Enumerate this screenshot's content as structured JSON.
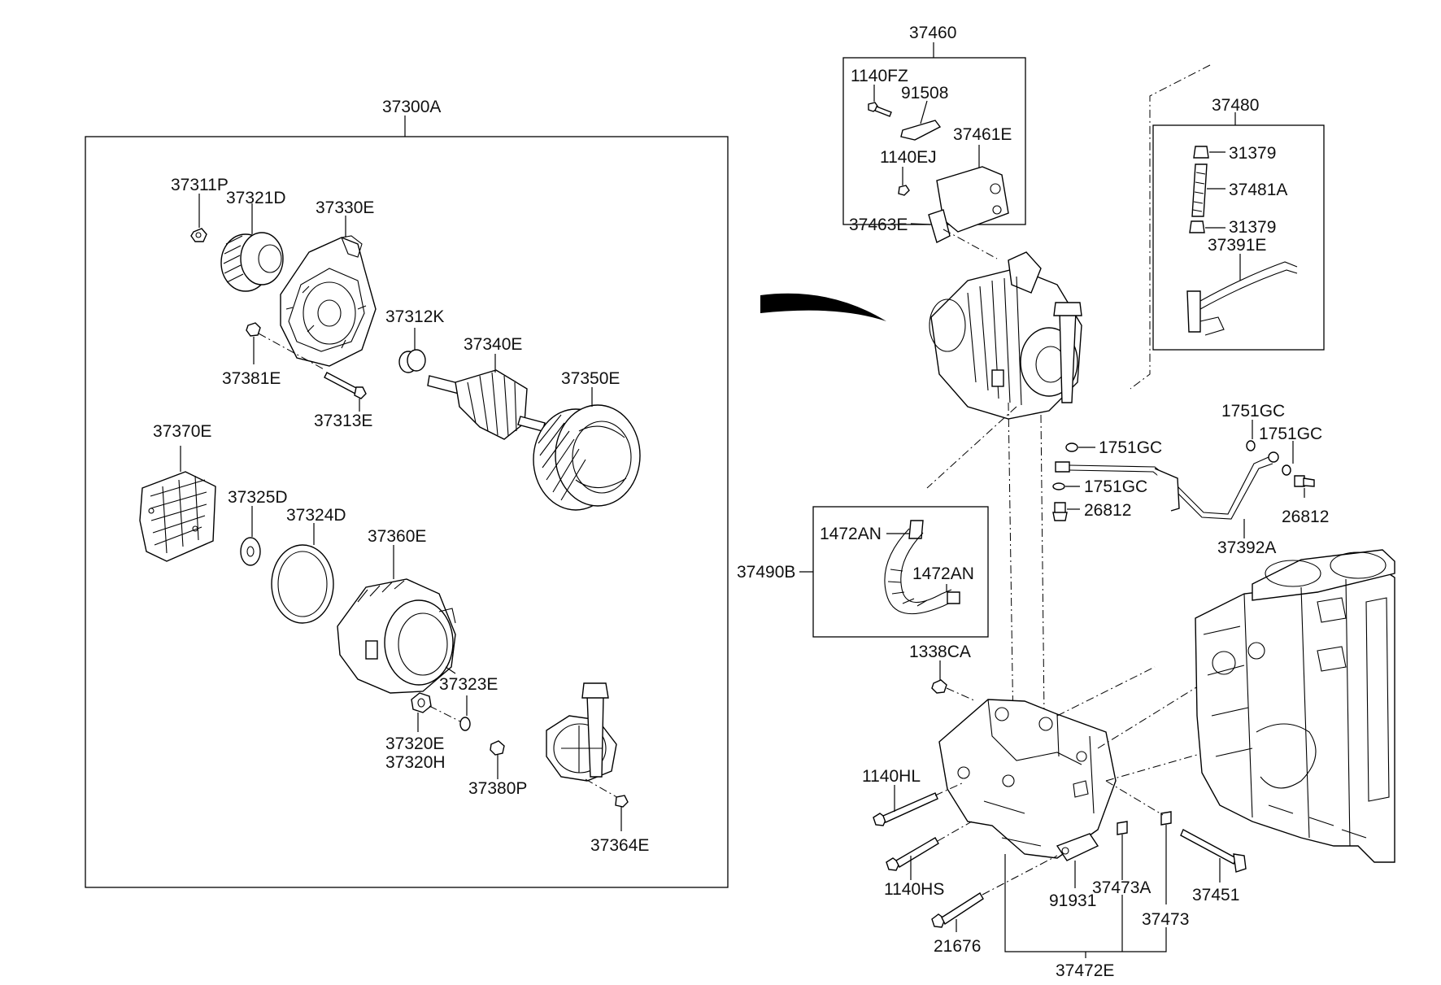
{
  "labels": {
    "l_37460": "37460",
    "l_1140FZ": "1140FZ",
    "l_91508": "91508",
    "l_37461E": "37461E",
    "l_1140EJ": "1140EJ",
    "l_37463E": "37463E",
    "l_37480": "37480",
    "l_31379a": "31379",
    "l_37481A": "37481A",
    "l_31379b": "31379",
    "l_37391E": "37391E",
    "l_37300A": "37300A",
    "l_37311P": "37311P",
    "l_37321D": "37321D",
    "l_37330E": "37330E",
    "l_37312K": "37312K",
    "l_37340E": "37340E",
    "l_37350E": "37350E",
    "l_37381E": "37381E",
    "l_37313E": "37313E",
    "l_37370E": "37370E",
    "l_37325D": "37325D",
    "l_37324D": "37324D",
    "l_37360E": "37360E",
    "l_37323E": "37323E",
    "l_37320E": "37320E",
    "l_37320H": "37320H",
    "l_37380P": "37380P",
    "l_37364E": "37364E",
    "l_1751GC_a": "1751GC",
    "l_1751GC_b": "1751GC",
    "l_1751GC_c": "1751GC",
    "l_1751GC_d": "1751GC",
    "l_26812_a": "26812",
    "l_26812_b": "26812",
    "l_37392A": "37392A",
    "l_1472AN_a": "1472AN",
    "l_1472AN_b": "1472AN",
    "l_37490B": "37490B",
    "l_1338CA": "1338CA",
    "l_1140HL": "1140HL",
    "l_1140HS": "1140HS",
    "l_21676": "21676",
    "l_91931": "91931",
    "l_37473A": "37473A",
    "l_37473": "37473",
    "l_37451": "37451",
    "l_37472E": "37472E"
  }
}
